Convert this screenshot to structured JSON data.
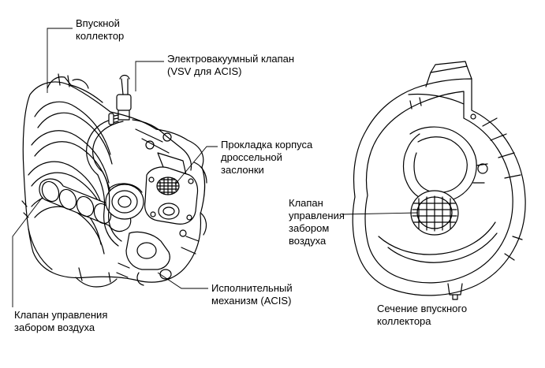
{
  "labels": {
    "intake_manifold": [
      "Впускной",
      "коллектор"
    ],
    "vsv": [
      "Электровакуумный клапан",
      "(VSV для ACIS)"
    ],
    "gasket": [
      "Прокладка корпуса",
      "дроссельной",
      "заслонки"
    ],
    "control_valve_right": [
      "Клапан",
      "управления",
      "забором",
      "воздуха"
    ],
    "actuator": [
      "Исполнительный",
      "механизм (ACIS)"
    ],
    "control_valve_left": [
      "Клапан управления",
      "забором воздуха"
    ],
    "section": [
      "Сечение впускного",
      "коллектора"
    ]
  }
}
